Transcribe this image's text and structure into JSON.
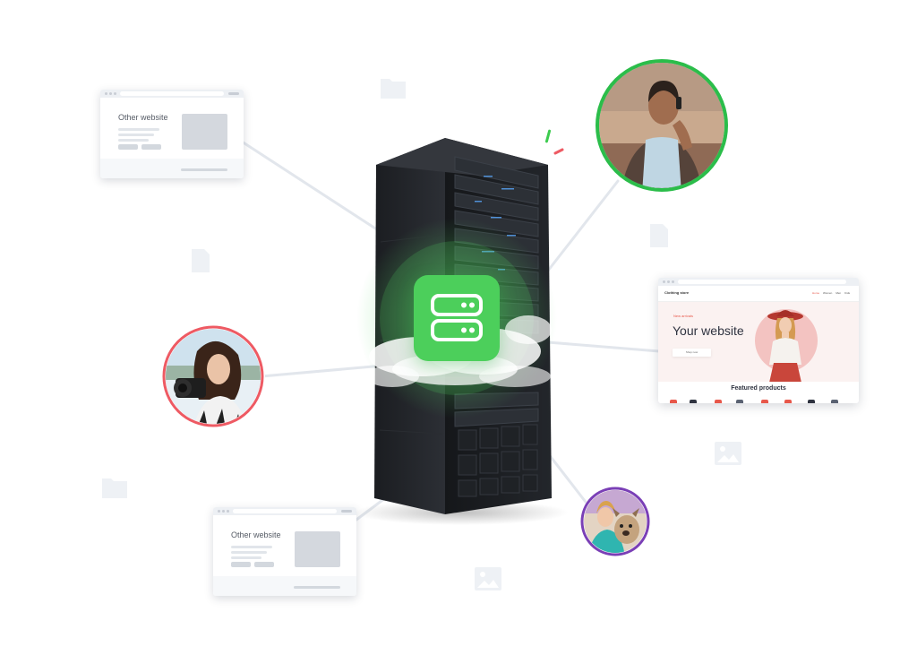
{
  "other_site_top": {
    "title": "Other website"
  },
  "other_site_bottom": {
    "title": "Other website"
  },
  "your_site": {
    "brand": "Clothing store",
    "menu": [
      "Home",
      "Women",
      "Men",
      "Kids"
    ],
    "kicker": "New arrivals",
    "title": "Your website",
    "button": "Shop now",
    "featured": "Featured products"
  },
  "colors": {
    "accent_green": "#4ccf5b",
    "ring_green": "#2bbd4a",
    "ring_red": "#ee5a63",
    "ring_purple": "#7a3fb6",
    "connector": "#e2e6ec"
  }
}
